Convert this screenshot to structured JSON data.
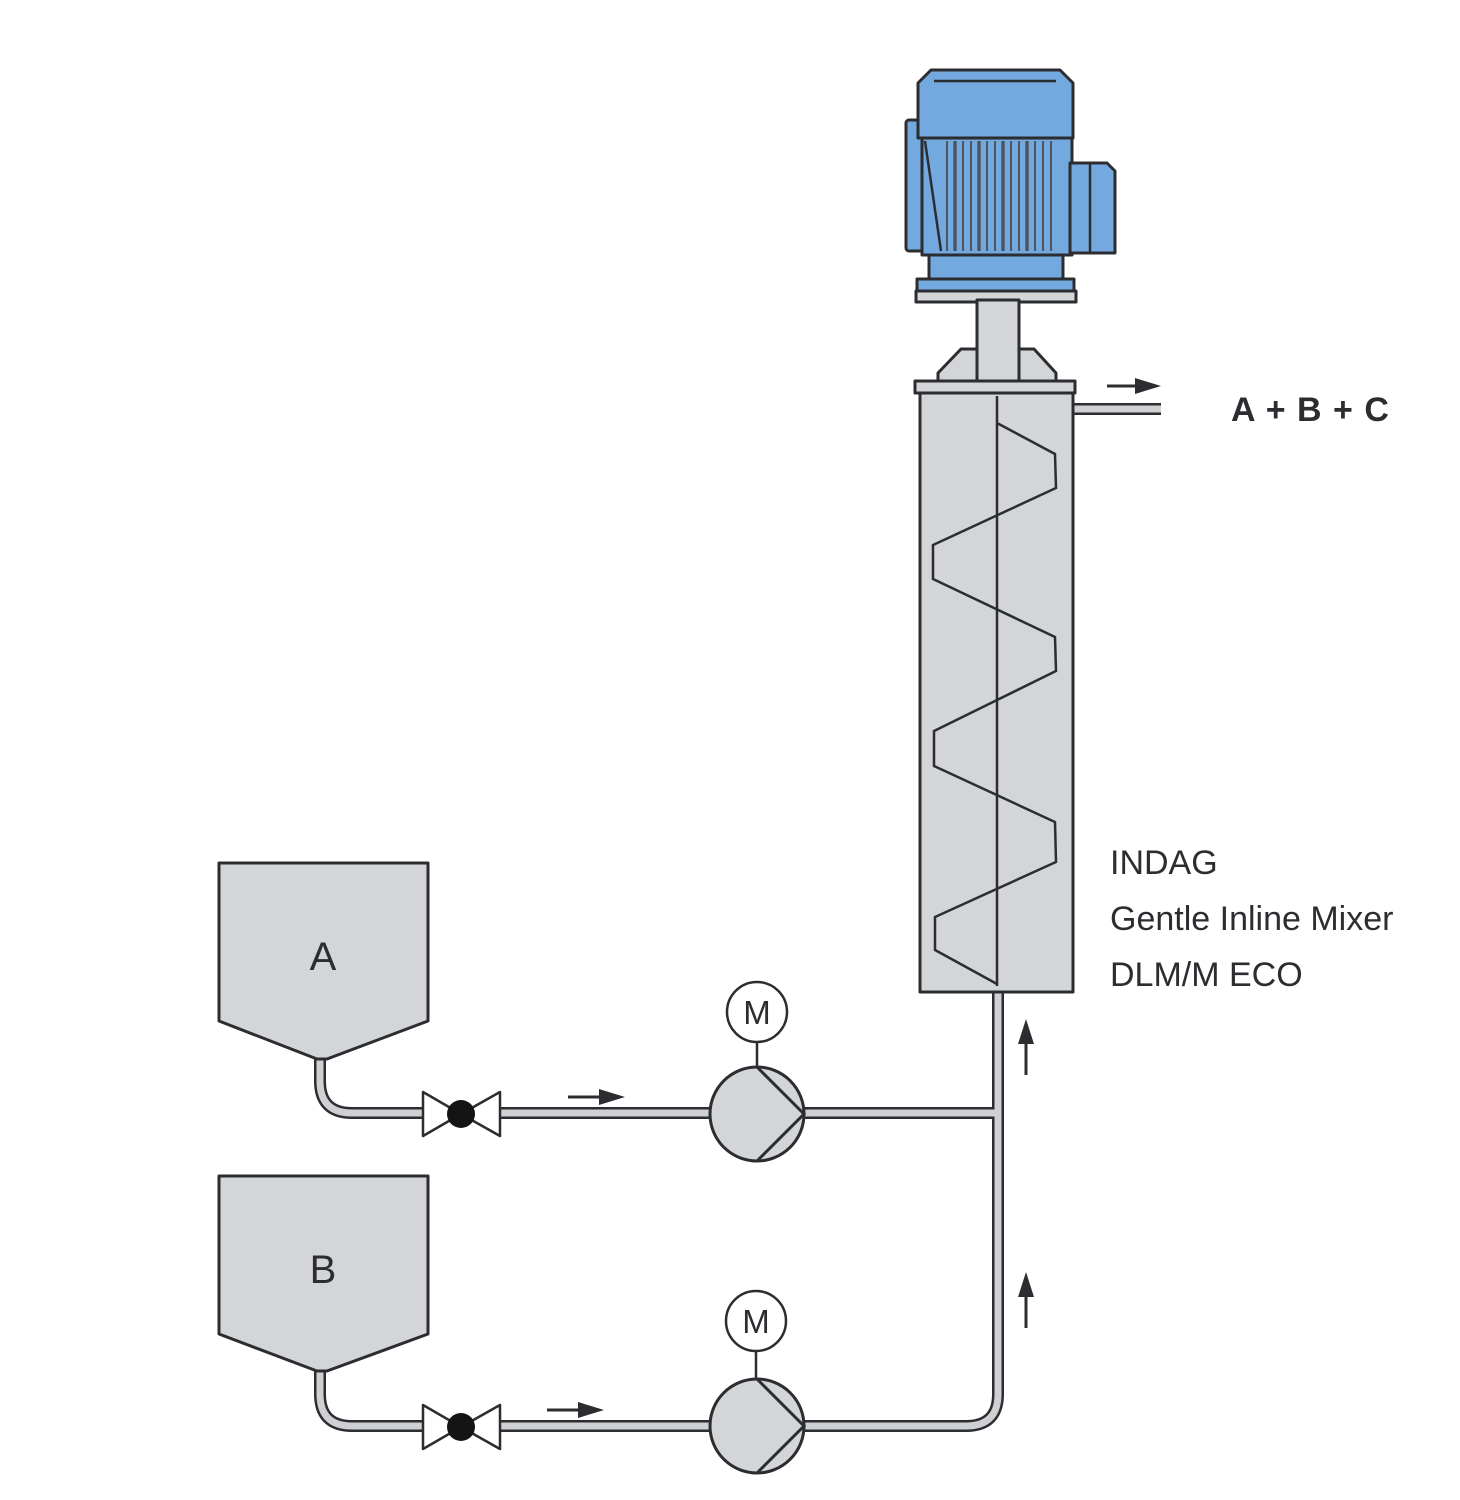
{
  "labels": {
    "outlet": "A + B + C",
    "brand_line1": "INDAG",
    "brand_line2": "Gentle Inline Mixer",
    "brand_line3": "DLM/M ECO",
    "tank_a": "A",
    "tank_b": "B",
    "pump_a_motor": "M",
    "pump_b_motor": "M"
  },
  "icons": {
    "flow_right_arrow": "▶",
    "flow_up_arrow": "▲"
  },
  "colors": {
    "background": "#ffffff",
    "ink": "#2b2d31",
    "panel_grey": "#d4d5d7",
    "pipe_grey": "#cfd0d2",
    "motor_blue": "#73a9de",
    "fin_shadow": "#4e5560",
    "valve_ball": "#141414",
    "motor_circle_fill": "#ffffff"
  }
}
